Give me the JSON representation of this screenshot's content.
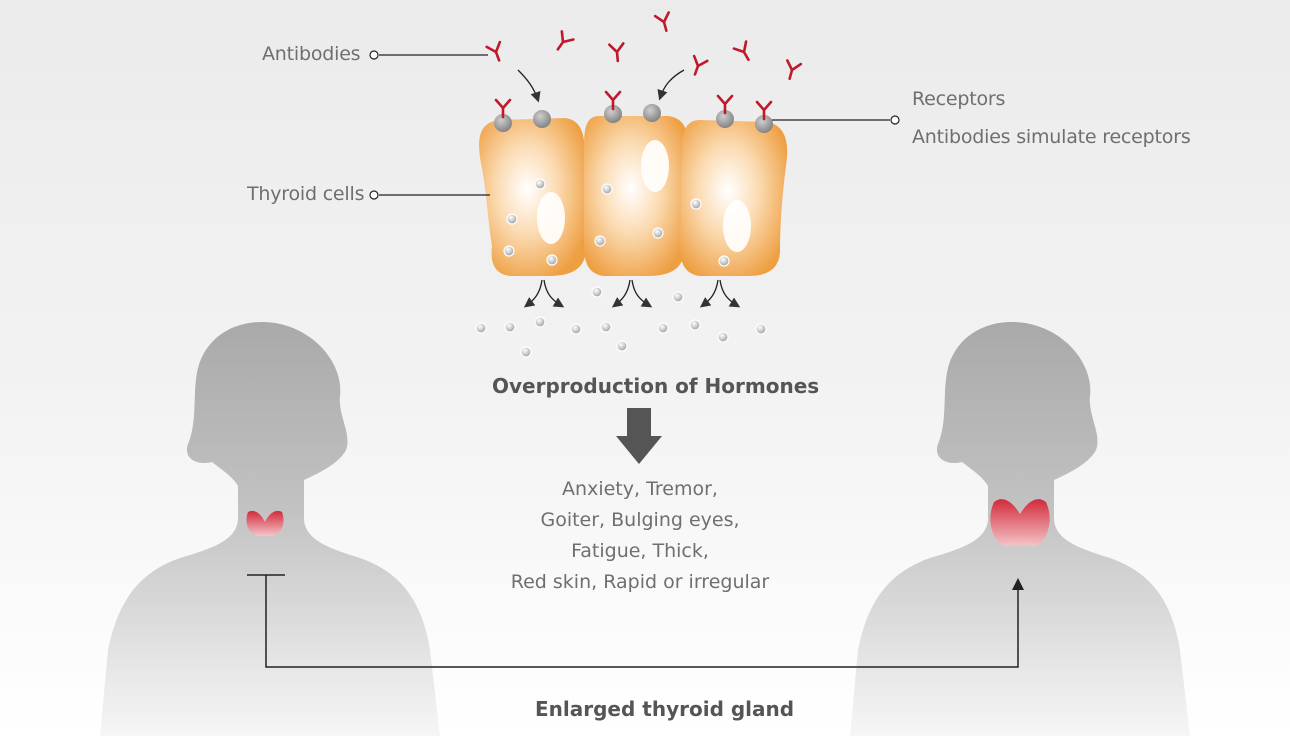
{
  "labels": {
    "antibodies": "Antibodies",
    "thyroid_cells": "Thyroid cells",
    "receptors": "Receptors",
    "antibodies_simulate": "Antibodies simulate receptors"
  },
  "overproduction_title": "Overproduction of Hormones",
  "symptoms": [
    "Anxiety, Tremor,",
    "Goiter, Bulging eyes,",
    "Fatigue, Thick,",
    "Red skin, Rapid or irregular"
  ],
  "bottom_caption": "Enlarged thyroid gland",
  "colors": {
    "antibody": "#c0192b",
    "cell": "#f0a447",
    "receptor": "#8e8e8e",
    "silhouette": "#bdbdbd",
    "thyroid": "#d42a3a",
    "arrow": "#555555"
  }
}
